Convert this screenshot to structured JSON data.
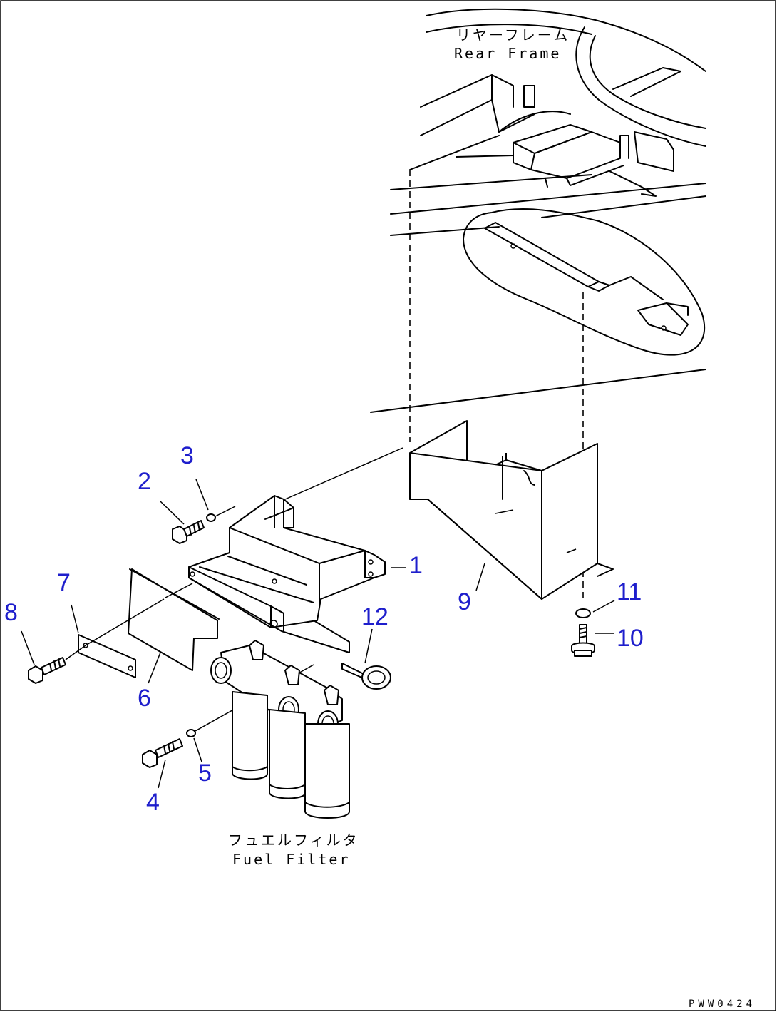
{
  "drawing_code": "PWW0424",
  "labels": {
    "rear_frame_jp": "リヤーフレーム",
    "rear_frame_en": "Rear Frame",
    "fuel_filter_jp": "フュエルフィルタ",
    "fuel_filter_en": "Fuel Filter"
  },
  "callouts": [
    {
      "id": "part-1",
      "text": "1"
    },
    {
      "id": "part-2",
      "text": "2"
    },
    {
      "id": "part-3",
      "text": "3"
    },
    {
      "id": "part-4",
      "text": "4"
    },
    {
      "id": "part-5",
      "text": "5"
    },
    {
      "id": "part-6",
      "text": "6"
    },
    {
      "id": "part-7",
      "text": "7"
    },
    {
      "id": "part-8",
      "text": "8"
    },
    {
      "id": "part-9",
      "text": "9"
    },
    {
      "id": "part-10",
      "text": "10"
    },
    {
      "id": "part-11",
      "text": "11"
    },
    {
      "id": "part-12",
      "text": "12"
    }
  ],
  "colors": {
    "callout": "#1e1ecc",
    "line": "#000000",
    "background": "#ffffff"
  }
}
